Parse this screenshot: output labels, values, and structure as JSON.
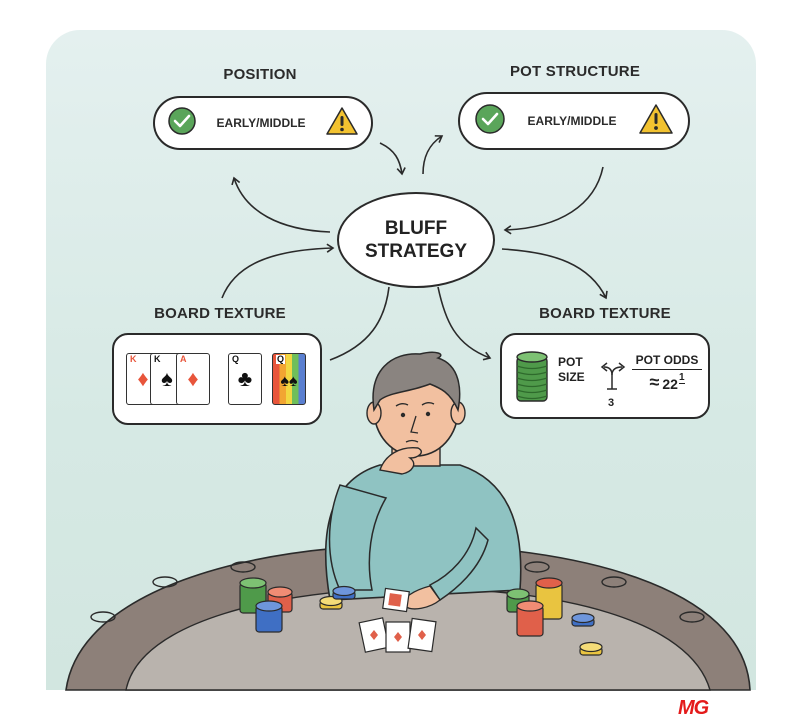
{
  "diagram": {
    "center": {
      "line1": "BLUFF",
      "line2": "STRATEGY"
    },
    "nodes": {
      "position": {
        "title": "POSITION",
        "value": "EARLY/MIDDLE",
        "left_icon": "check-icon",
        "right_icon": "warning-icon"
      },
      "pot_structure": {
        "title": "POT STRUCTURE",
        "value": "EARLY/MIDDLE",
        "left_icon": "check-icon",
        "right_icon": "warning-icon"
      },
      "board_texture_left": {
        "title": "BOARD TEXTURE",
        "cards": [
          {
            "rank": "K",
            "suit": "♦",
            "color": "red"
          },
          {
            "rank": "K",
            "suit": "♠",
            "color": "black"
          },
          {
            "rank": "A",
            "suit": "♦",
            "color": "red"
          },
          {
            "rank": "Q",
            "suit": "♣",
            "color": "black"
          },
          {
            "rank": "Q",
            "suit": "♠♠",
            "color": "black",
            "rainbow": true
          }
        ]
      },
      "board_texture_right": {
        "title": "BOARD TEXTURE",
        "pot_size_line1": "POT",
        "pot_size_line2": "SIZE",
        "fraction_denominator": "3",
        "pot_odds_label": "POT ODDS",
        "pot_odds_approx": "≈",
        "pot_odds_value": "22",
        "pot_odds_sup": "1"
      }
    },
    "colors": {
      "background": "#d9ebe6",
      "check_green": "#5aa55a",
      "warning_yellow": "#f2c230",
      "chip_green": "#4f9a4a",
      "chip_red": "#e0604a",
      "chip_blue": "#3f6fc4",
      "chip_yellow": "#e9c440",
      "shirt": "#8fc3c2",
      "table_felt": "#b9b3ad",
      "table_rail": "#8d8079"
    }
  },
  "watermark": {
    "text": "MG",
    "tail": "..."
  }
}
